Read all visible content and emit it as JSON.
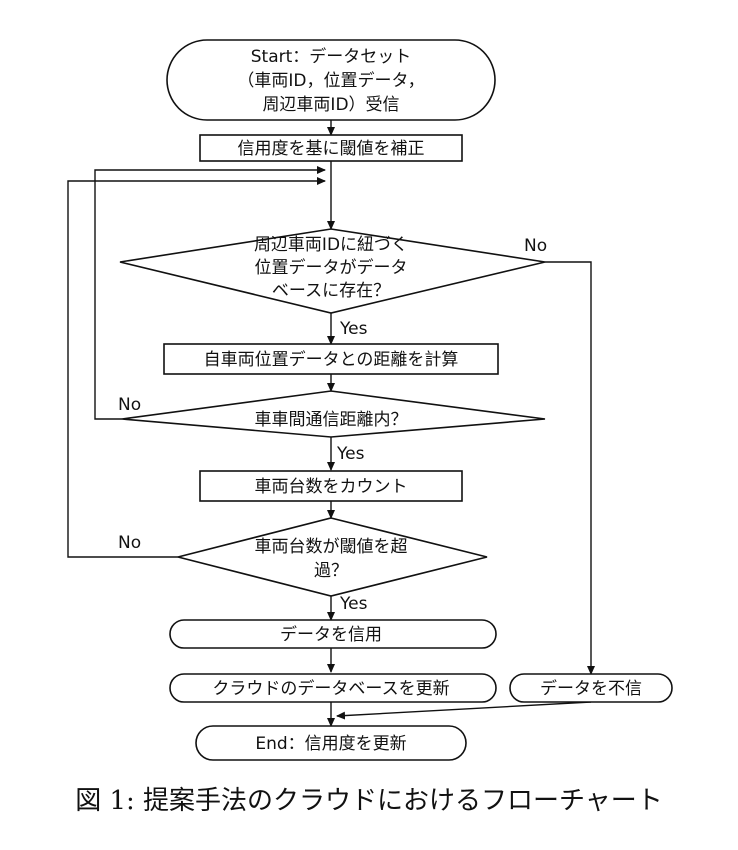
{
  "nodes": {
    "start": [
      "Start：データセット",
      "（車両ID，位置データ，",
      "周辺車両ID）受信"
    ],
    "adjust": [
      "信用度を基に閾値を補正"
    ],
    "decision1": [
      "周辺車両IDに紐づく",
      "位置データがデータ",
      "ベースに存在？"
    ],
    "calc": [
      "自車両位置データとの距離を計算"
    ],
    "decision2": [
      "車車間通信距離内？"
    ],
    "count": [
      "車両台数をカウント"
    ],
    "decision3": [
      "車両台数が閾値を超",
      "過？"
    ],
    "trust": [
      "データを信用"
    ],
    "update": [
      "クラウドのデータベースを更新"
    ],
    "distrust": [
      "データを不信"
    ],
    "end": [
      "End：信用度を更新"
    ]
  },
  "labels": {
    "d1_yes": "Yes",
    "d1_no": "No",
    "d2_yes": "Yes",
    "d2_no": "No",
    "d3_yes": "Yes",
    "d3_no": "No"
  },
  "caption": "図 1: 提案手法のクラウドにおけるフローチャート"
}
